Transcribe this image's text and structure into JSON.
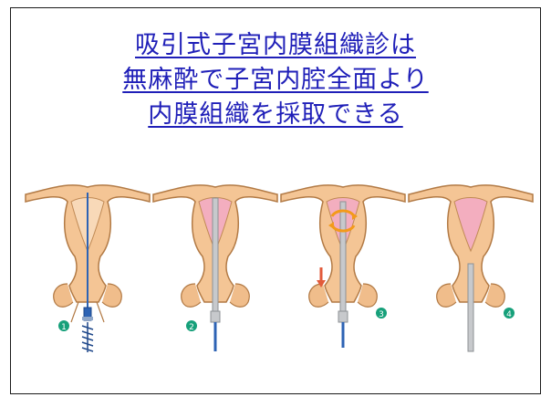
{
  "title": {
    "line1": "吸引式子宮内膜組織診は",
    "line2": "無麻酔で子宮内腔全面より",
    "line3": "内膜組織を採取できる"
  },
  "steps": [
    {
      "number": "1",
      "device": "blue-rod-with-screw"
    },
    {
      "number": "2",
      "device": "sheath-with-blue-rod"
    },
    {
      "number": "3",
      "device": "sheath-with-suction"
    },
    {
      "number": "4",
      "device": "sheath-only"
    }
  ],
  "colors": {
    "title": "#1f1fb8",
    "uterus": "#f4c595",
    "uterus_outline": "#b27a45",
    "endometrium": "#f3aebf",
    "badge": "#16a07a",
    "instrument_blue": "#2d63b4",
    "instrument_gray": "#c7c9cc"
  }
}
